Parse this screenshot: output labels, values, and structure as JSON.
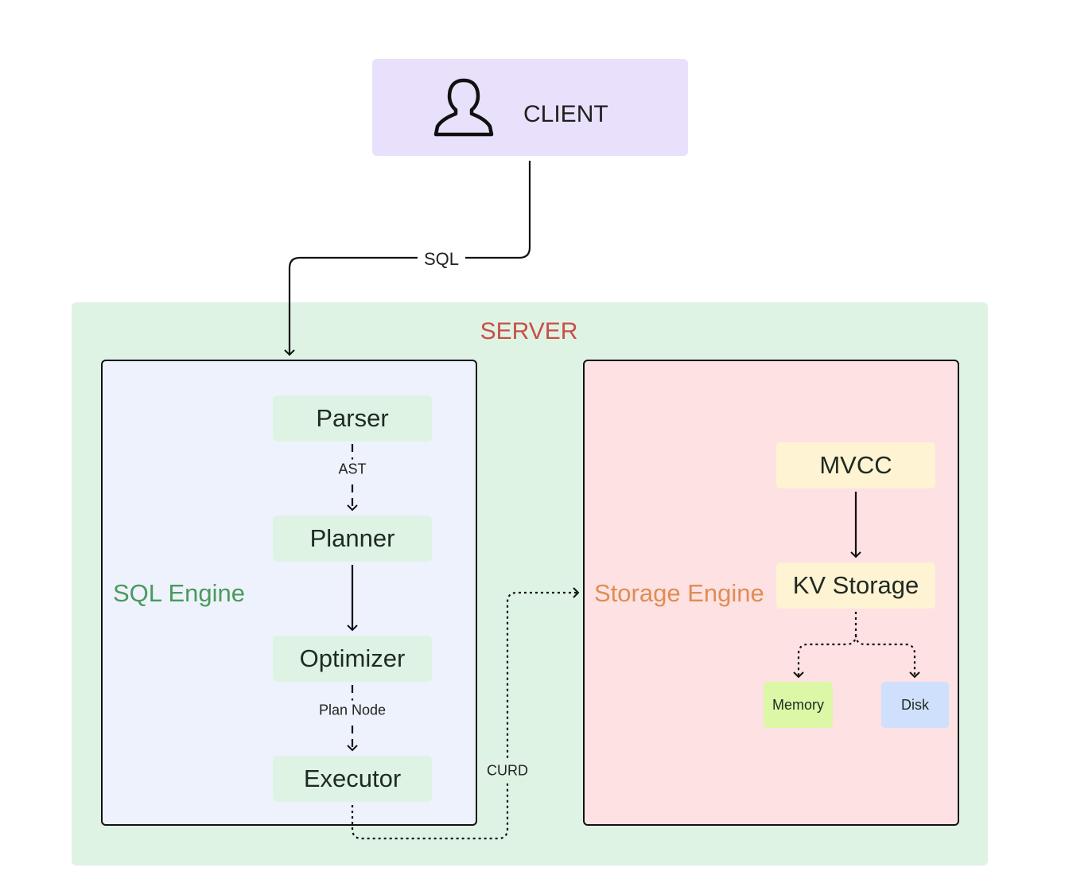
{
  "client": {
    "label": "CLIENT",
    "icon": "user-icon"
  },
  "server": {
    "label": "SERVER"
  },
  "sql_engine": {
    "label": "SQL Engine",
    "nodes": [
      "Parser",
      "Planner",
      "Optimizer",
      "Executor"
    ]
  },
  "storage_engine": {
    "label": "Storage Engine",
    "nodes": [
      "MVCC",
      "KV Storage",
      "Memory",
      "Disk"
    ]
  },
  "edges": {
    "client_to_sql": "SQL",
    "parser_to_planner": "AST",
    "optimizer_to_executor": "Plan Node",
    "executor_to_storage": "CURD"
  },
  "colors": {
    "client_bg": "#e9e0fb",
    "server_bg": "#dff3e5",
    "server_label": "#c94f45",
    "sql_engine_bg": "#eef2fc",
    "sql_engine_label": "#4a9a5c",
    "storage_engine_bg": "#fde1e3",
    "storage_engine_label": "#e08d52",
    "sql_node_bg": "#dff3e5",
    "storage_node_bg": "#fef3d3",
    "memory_bg": "#dcf7a6",
    "disk_bg": "#cfe0fc"
  }
}
